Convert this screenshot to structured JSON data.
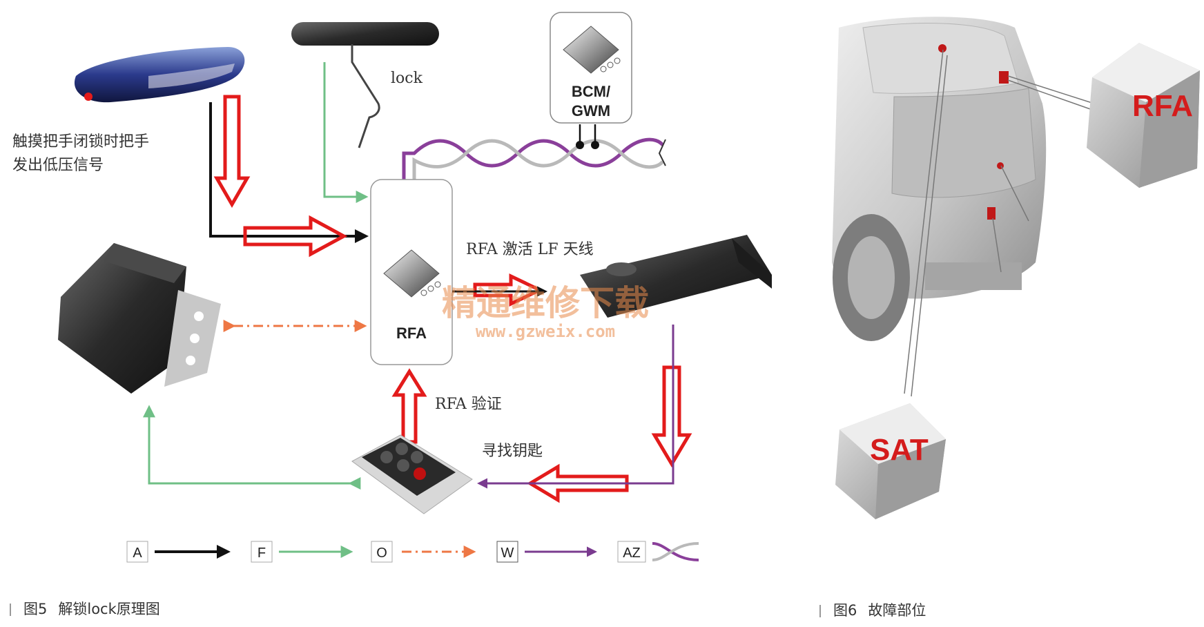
{
  "figure5": {
    "caption_number": "图5",
    "caption_text": "解锁lock原理图",
    "touch_note_line1": "触摸把手闭锁时把手",
    "touch_note_line2": "发出低压信号",
    "lock_label": "lock",
    "bcm_label_line1": "BCM/",
    "bcm_label_line2": "GWM",
    "rfa_module_label": "RFA",
    "rfa_activate_label": "RFA 激活 LF 天线",
    "rfa_verify_label": "RFA 验证",
    "find_key_label": "寻找钥匙",
    "watermark_line1": "精通维修下载",
    "watermark_line2": "www.gzweix.com",
    "legend": [
      {
        "key": "A",
        "color": "#111111"
      },
      {
        "key": "F",
        "color": "#6fbf86"
      },
      {
        "key": "O",
        "color": "#ee7744"
      },
      {
        "key": "W",
        "color": "#7a3b8f"
      },
      {
        "key": "AZ",
        "color": "#8a3f9a"
      }
    ]
  },
  "figure6": {
    "caption_number": "图6",
    "caption_text": "故障部位",
    "rfa_callout": "RFA",
    "sat_callout": "SAT"
  },
  "colors": {
    "signal_red": "#e31b1b",
    "can_purple": "#8a3f9a",
    "can_grey": "#b9b9b9"
  }
}
